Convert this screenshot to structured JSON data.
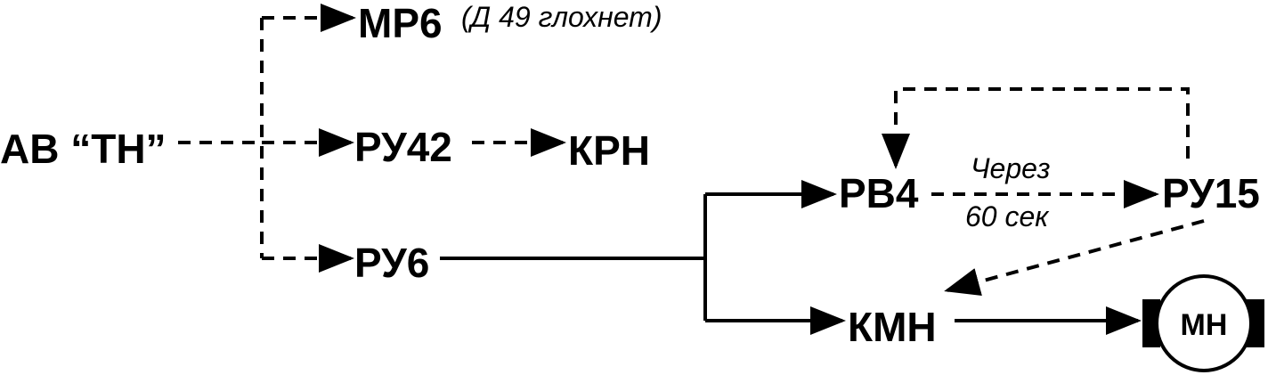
{
  "nodes": {
    "av_th": "АВ “ТН”",
    "mr6": "МР6",
    "mr6_note": "(Д 49 глохнет)",
    "ru42": "РУ42",
    "krn": "КРН",
    "ru6": "РУ6",
    "rv4": "РВ4",
    "ru15": "РУ15",
    "kmn": "КМН",
    "motor": "МН"
  },
  "delay": {
    "line1": "Через",
    "line2": "60 сек"
  },
  "colors": {
    "stroke": "#000000",
    "background": "#ffffff"
  }
}
